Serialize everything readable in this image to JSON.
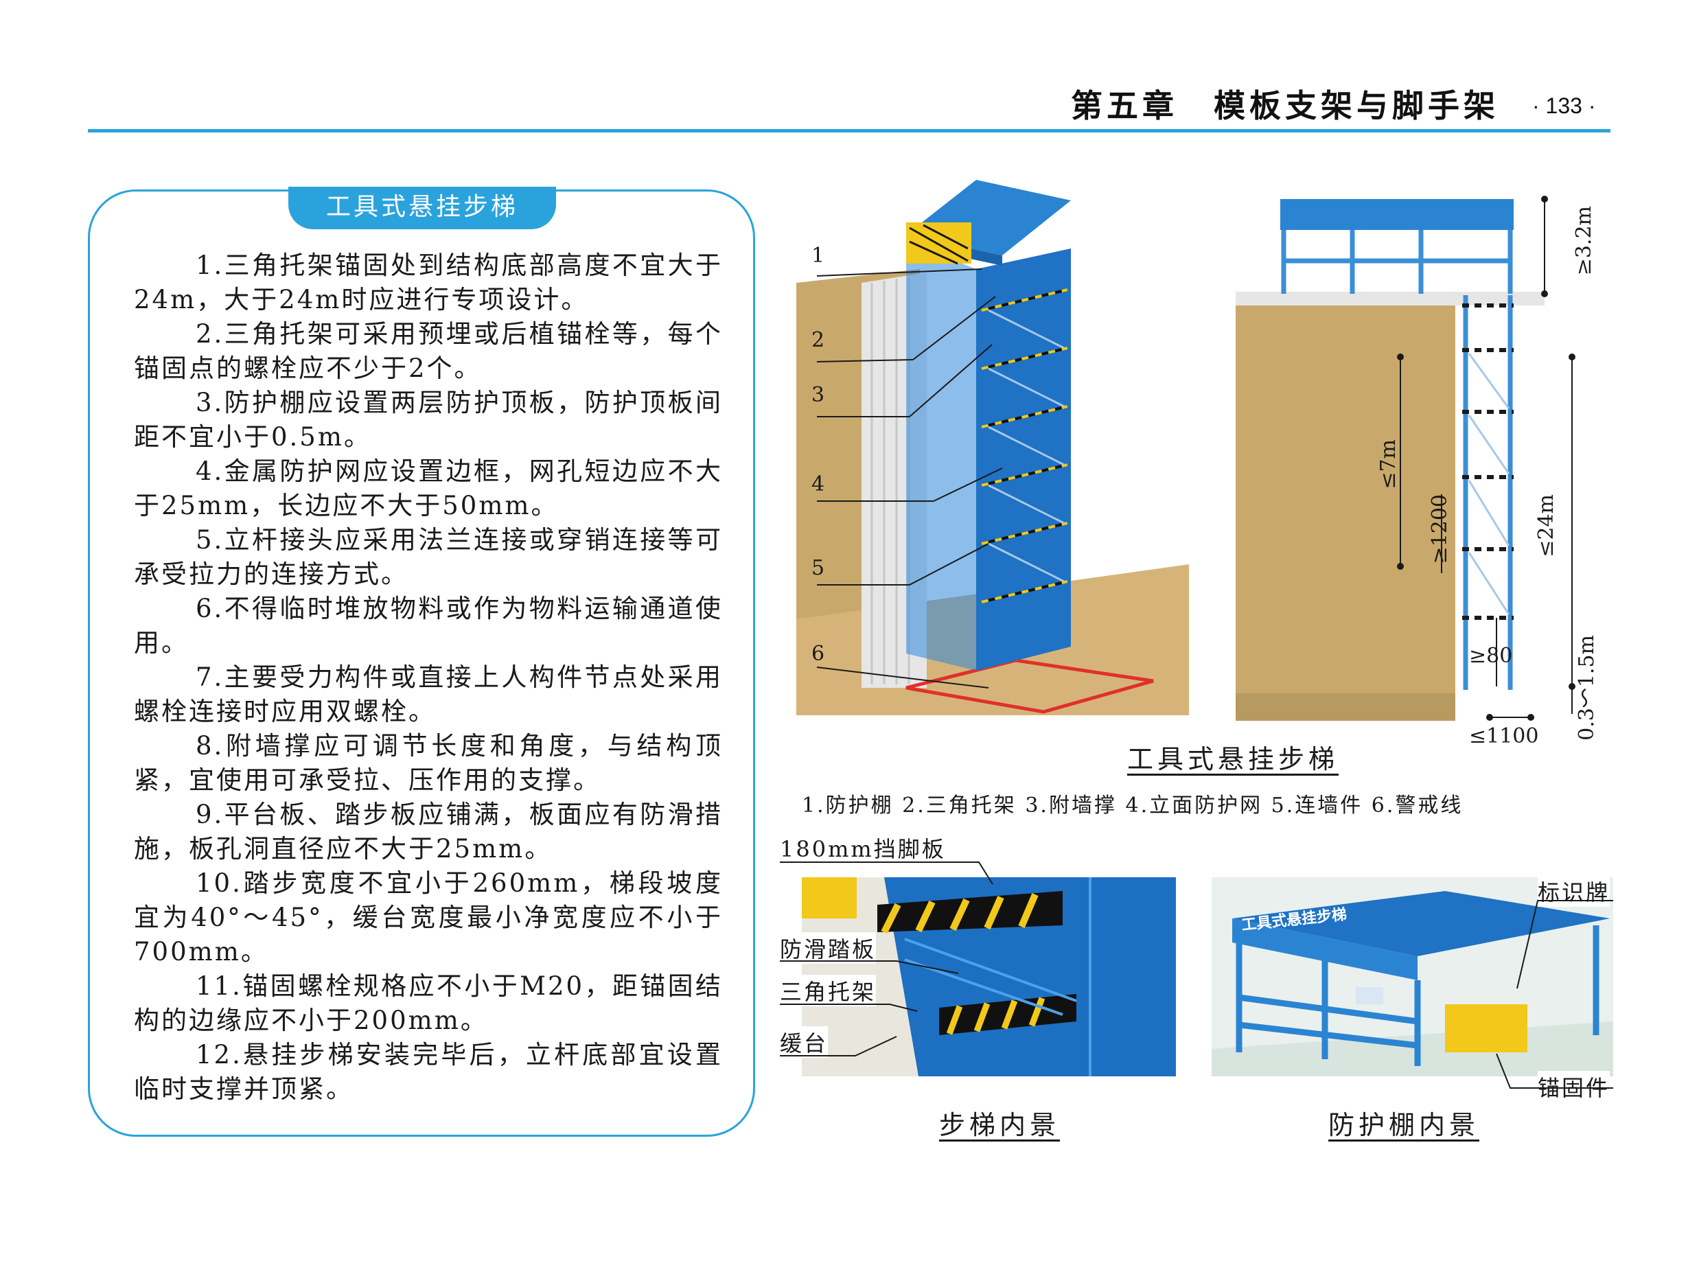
{
  "header": {
    "chapter_title": "第五章　模板支架与脚手架",
    "page_number": "· 133 ·"
  },
  "panel": {
    "title": "工具式悬挂步梯",
    "rules": [
      "1.三角托架锚固处到结构底部高度不宜大于24m，大于24m时应进行专项设计。",
      "2.三角托架可采用预埋或后植锚栓等，每个锚固点的螺栓应不少于2个。",
      "3.防护棚应设置两层防护顶板，防护顶板间距不宜小于0.5m。",
      "4.金属防护网应设置边框，网孔短边应不大于25mm，长边应不大于50mm。",
      "5.立杆接头应采用法兰连接或穿销连接等可承受拉力的连接方式。",
      "6.不得临时堆放物料或作为物料运输通道使用。",
      "7.主要受力构件或直接上人构件节点处采用螺栓连接时应用双螺栓。",
      "8.附墙撑应可调节长度和角度，与结构顶紧，宜使用可承受拉、压作用的支撑。",
      "9.平台板、踏步板应铺满，板面应有防滑措施，板孔洞直径应不大于25mm。",
      "10.踏步宽度不宜小于260mm，梯段坡度宜为40°～45°，缓台宽度最小净宽度应不小于700mm。",
      "11.锚固螺栓规格应不小于M20，距锚固结构的边缘应不小于200mm。",
      "12.悬挂步梯安装完毕后，立杆底部宜设置临时支撑并顶紧。"
    ]
  },
  "main_figure": {
    "callouts": [
      "1",
      "2",
      "3",
      "4",
      "5",
      "6"
    ],
    "dimensions": {
      "top": "≥3.2m",
      "span7": "≤7m",
      "gap1200": "≥1200",
      "span24": "≤24m",
      "bottom80": "≥80",
      "bottom15": "0.3～1.5m",
      "width1100": "≤1100"
    },
    "caption": "工具式悬挂步梯",
    "legend": "1.防护棚 2.三角托架 3.附墙撑 4.立面防护网 5.连墙件 6.警戒线"
  },
  "stair_figure": {
    "labels": [
      "180mm挡脚板",
      "防滑踏板",
      "三角托架",
      "缓台"
    ],
    "caption": "步梯内景"
  },
  "shed_figure": {
    "sign_text": "工具式悬挂步梯",
    "labels": [
      "标识牌",
      "锚固件"
    ],
    "caption": "防护棚内景"
  },
  "colors": {
    "accent": "#2aa3dd",
    "steel_blue": "#1f72c4",
    "wall_tan": "#c9a96b",
    "warning_yellow": "#f2c81a",
    "warning_red": "#e0302a"
  }
}
